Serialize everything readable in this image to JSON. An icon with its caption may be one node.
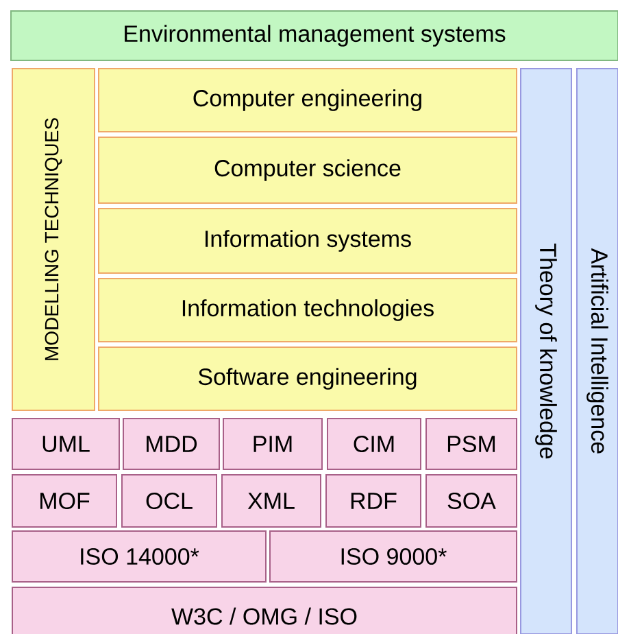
{
  "diagram": {
    "nodes": [
      {
        "text": [
          "Environmental management systems"
        ]
      },
      {
        "text": [
          "MODELLING TECHNIQUES"
        ]
      },
      {
        "text": [
          "Computer engineering"
        ]
      },
      {
        "text": [
          "Computer science"
        ]
      },
      {
        "text": [
          "Information systems"
        ]
      },
      {
        "text": [
          "Information technologies"
        ]
      },
      {
        "text": [
          "Software engineering"
        ]
      },
      {
        "text": [
          "Theory of knowledge"
        ]
      },
      {
        "text": [
          "Artificial Intelligence"
        ]
      },
      {
        "text": [
          "UML"
        ]
      },
      {
        "text": [
          "MDD"
        ]
      },
      {
        "text": [
          "PIM"
        ]
      },
      {
        "text": [
          "CIM"
        ]
      },
      {
        "text": [
          "PSM"
        ]
      },
      {
        "text": [
          "MOF"
        ]
      },
      {
        "text": [
          "OCL"
        ]
      },
      {
        "text": [
          "XML"
        ]
      },
      {
        "text": [
          "RDF"
        ]
      },
      {
        "text": [
          "SOA"
        ]
      },
      {
        "text": [
          "ISO 14000*"
        ]
      },
      {
        "text": [
          "ISO 9000*"
        ]
      },
      {
        "text": [
          "W3C / OMG / ISO"
        ]
      }
    ]
  }
}
